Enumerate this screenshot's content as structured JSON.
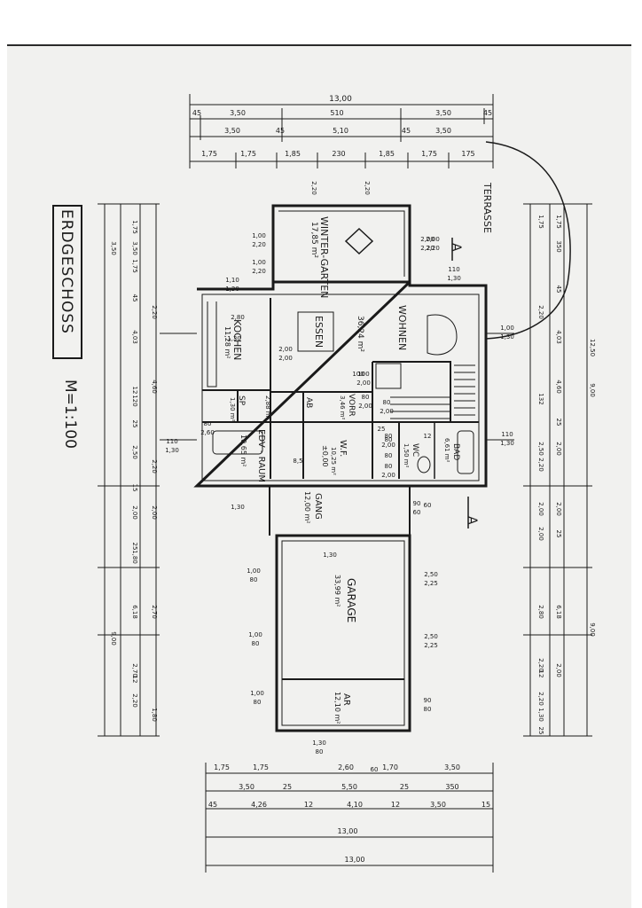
{
  "sheet": {
    "title": "ERDGESCHOSS",
    "scale": "M=1:100",
    "section_marker": "A"
  },
  "rooms": [
    {
      "id": "wintergarten",
      "name": "WINTER-GARTEN",
      "area": "17,85 m²"
    },
    {
      "id": "wohnen",
      "name": "WOHNEN",
      "area": "36,24 m²"
    },
    {
      "id": "essen",
      "name": "ESSEN",
      "area": ""
    },
    {
      "id": "kochen",
      "name": "KOCHEN",
      "area": "11,28 m²"
    },
    {
      "id": "sp",
      "name": "SP",
      "area": "1,30 m²"
    },
    {
      "id": "ab",
      "name": "AB",
      "area": "2,88 m²"
    },
    {
      "id": "vorr",
      "name": "VORR",
      "area": "3,46 m²"
    },
    {
      "id": "edv",
      "name": "EDV - RAUM",
      "area": "10,65 m²"
    },
    {
      "id": "wf",
      "name": "W.F.",
      "area": "10,25 m²"
    },
    {
      "id": "wc",
      "name": "WC",
      "area": "1,50 m²"
    },
    {
      "id": "bad",
      "name": "BAD",
      "area": "6,61 m²"
    },
    {
      "id": "gang",
      "name": "GANG",
      "area": "12,00 m²"
    },
    {
      "id": "garage",
      "name": "GARAGE",
      "area": "33,99 m²"
    },
    {
      "id": "ar",
      "name": "AR",
      "area": "12,10 m²"
    },
    {
      "id": "terrasse",
      "name": "TERRASSE",
      "area": ""
    }
  ],
  "level_mark": "±0,00",
  "dimensions": {
    "top_overall": "13,00",
    "top_row1": [
      "45",
      "3,50",
      "510",
      "3,50",
      "45"
    ],
    "top_row2": [
      "3,50",
      "45",
      "5,10",
      "45",
      "3,50"
    ],
    "top_row3": [
      "1,75",
      "1,75",
      "1,85",
      "230",
      "1,85",
      "1,75",
      "175"
    ],
    "top_wintergarten": [
      "2,20",
      "2,20",
      "2,00",
      "2,20"
    ],
    "bottom_row1": [
      "1,75",
      "1,75",
      "2,60",
      "1,70",
      "3,50"
    ],
    "bottom_row2": [
      "3,50",
      "25",
      "5,50",
      "25",
      "350"
    ],
    "bottom_row3": [
      "45",
      "4,26",
      "12",
      "4,10",
      "12",
      "3,50",
      "15"
    ],
    "bottom_overall_1": "13,00",
    "bottom_overall_2": "13,00",
    "left_outer": [
      "3,50",
      "9,00"
    ],
    "left_mid": [
      "1,75",
      "3,50",
      "1,75",
      "45",
      "4,03",
      "12",
      "120",
      "25",
      "2,50",
      "15",
      "2,00",
      "25",
      "1,80",
      "6,18",
      "2,70",
      "12",
      "2,20"
    ],
    "left_inner": [
      "2,20",
      "4,60",
      "2,20",
      "2,00",
      "2,70",
      "1,80"
    ],
    "right_outer": [
      "12,50",
      "9,00",
      "9,00"
    ],
    "right_mid": [
      "1,75",
      "350",
      "45",
      "4,03",
      "4,60",
      "25",
      "2,00",
      "2,00",
      "25",
      "6,18",
      "2,00"
    ],
    "right_inner": [
      "1,75",
      "2,20",
      "132",
      "2,50",
      "2,20",
      "2,00",
      "2,00",
      "2,80",
      "2,20",
      "2,20",
      "1,30",
      "12",
      "25"
    ],
    "openings": [
      {
        "top": "1,10",
        "bottom": "1,30"
      },
      {
        "top": "1,00",
        "bottom": "2,20"
      },
      {
        "top": "1,00",
        "bottom": "2,20"
      },
      {
        "top": "2,00",
        "bottom": "2,20"
      },
      {
        "top": "110",
        "bottom": "1,30"
      },
      {
        "top": "1,00",
        "bottom": "1,30"
      },
      {
        "top": "110",
        "bottom": "1,30"
      },
      {
        "top": "110",
        "bottom": "1,30"
      },
      {
        "top": "2,00",
        "bottom": "2,00"
      },
      {
        "top": "100",
        "bottom": "2,00"
      },
      {
        "top": "80",
        "bottom": "2,00"
      },
      {
        "top": "80",
        "bottom": "2,00"
      },
      {
        "top": "80",
        "bottom": "2,00"
      },
      {
        "top": "1,00",
        "bottom": "80"
      },
      {
        "top": "1,00",
        "bottom": "80"
      },
      {
        "top": "1,00",
        "bottom": "80"
      },
      {
        "top": "2,50",
        "bottom": "2,25"
      },
      {
        "top": "2,50",
        "bottom": "2,25"
      },
      {
        "top": "90",
        "bottom": "80"
      },
      {
        "top": "1,30",
        "bottom": "80"
      },
      {
        "top": "80",
        "bottom": "2,60"
      },
      {
        "top": "80",
        "bottom": "2,00"
      },
      {
        "top": "90",
        "bottom": "60"
      }
    ],
    "misc": [
      "2,80",
      "1,30",
      "80",
      "80",
      "12",
      "25",
      "8,5",
      "1,30",
      "100",
      "60",
      "60",
      "1,30"
    ]
  }
}
